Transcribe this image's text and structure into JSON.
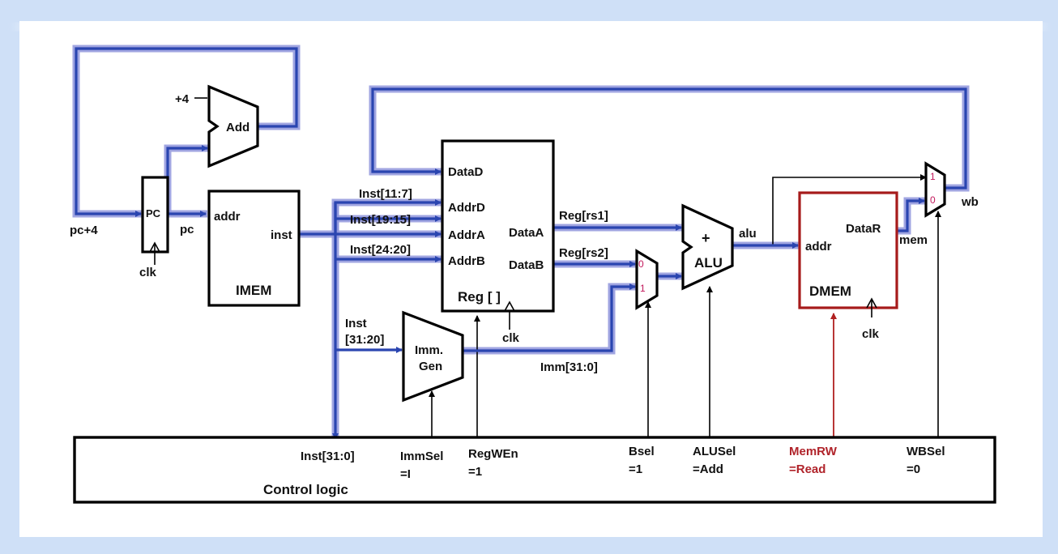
{
  "blocks": {
    "pc": "PC",
    "adder": "Add",
    "imem": "IMEM",
    "regfile": "Reg [ ]",
    "immgen_line1": "Imm.",
    "immgen_line2": "Gen",
    "alu_symbol": "+",
    "alu": "ALU",
    "dmem": "DMEM",
    "control": "Control logic"
  },
  "ports": {
    "imem_addr": "addr",
    "imem_inst": "inst",
    "reg_datad": "DataD",
    "reg_addrd": "AddrD",
    "reg_addra": "AddrA",
    "reg_addrb": "AddrB",
    "reg_dataa": "DataA",
    "reg_datab": "DataB",
    "dmem_addr": "addr",
    "dmem_datar": "DataR"
  },
  "signals": {
    "plus4": "+4",
    "pc_plus4": "pc+4",
    "pc": "pc",
    "clk_pc": "clk",
    "clk_reg": "clk",
    "clk_dmem": "clk",
    "inst_11_7": "Inst[11:7]",
    "inst_19_15": "Inst[19:15]",
    "inst_24_20": "Inst[24:20]",
    "inst_31_20_a": "Inst",
    "inst_31_20_b": "[31:20]",
    "reg_rs1": "Reg[rs1]",
    "reg_rs2": "Reg[rs2]",
    "imm": "Imm[31:0]",
    "alu": "alu",
    "mem": "mem",
    "wb": "wb",
    "inst_31_0": "Inst[31:0]"
  },
  "mux": {
    "bsel_0": "0",
    "bsel_1": "1",
    "wbsel_1": "1",
    "wbsel_0": "0"
  },
  "controls": {
    "immsel_name": "ImmSel",
    "immsel_value": "=I",
    "regwen_name": "RegWEn",
    "regwen_value": "=1",
    "bsel_name": "Bsel",
    "bsel_value": "=1",
    "alusel_name": "ALUSel",
    "alusel_value": "=Add",
    "memrw_name": "MemRW",
    "memrw_value": "=Read",
    "wbsel_name": "WBSel",
    "wbsel_value": "=0"
  },
  "colors": {
    "background": "#cfe0f7",
    "panel": "#ffffff",
    "bus": "#2a45b0",
    "highlight": "#8f95dc",
    "memory": "#a61b1b",
    "mux_numbers": "#c2185b"
  }
}
